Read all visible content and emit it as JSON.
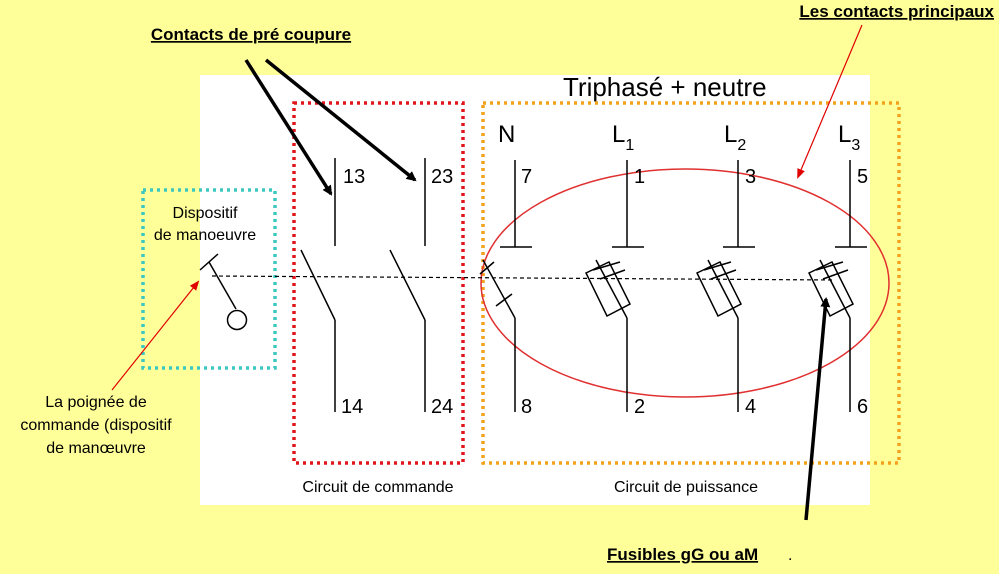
{
  "title": "Triphasé + neutre",
  "annotations": {
    "pre_cut_contacts": "Contacts de pré coupure",
    "main_contacts": "Les contacts principaux",
    "operating_device_line1": "Dispositif",
    "operating_device_line2": "de manoeuvre",
    "handle_line1": "La poignée de",
    "handle_line2": "commande (dispositif",
    "handle_line3": "de manœuvre",
    "fuses": "Fusibles gG ou aM",
    "fuses_suffix": "."
  },
  "sections": {
    "control_circuit": "Circuit de commande",
    "power_circuit": "Circuit de puissance"
  },
  "phases": [
    {
      "main": "N",
      "sub": ""
    },
    {
      "main": "L",
      "sub": "1"
    },
    {
      "main": "L",
      "sub": "2"
    },
    {
      "main": "L",
      "sub": "3"
    }
  ],
  "control_terminals": {
    "top": [
      "13",
      "23"
    ],
    "bottom": [
      "14",
      "24"
    ]
  },
  "power_terminals": {
    "top": [
      "7",
      "1",
      "3",
      "5"
    ],
    "bottom": [
      "8",
      "2",
      "4",
      "6"
    ]
  },
  "colors": {
    "background": "#FFFF99",
    "panel": "#FFFFFF",
    "control_box": "#E0161B",
    "power_box": "#F2A21C",
    "operating_box": "#3CC8C0",
    "annotation_arrow": "#E00000",
    "main_ellipse": "#E03030"
  }
}
